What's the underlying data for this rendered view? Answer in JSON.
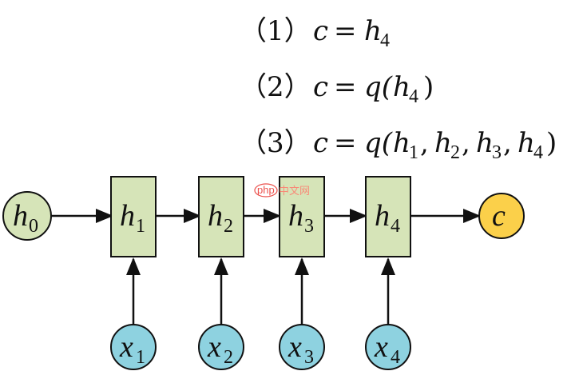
{
  "equations": [
    {
      "num": "（1）",
      "lhs": "c",
      "op": "=",
      "rhs": [
        {
          "t": "h",
          "s": "4"
        }
      ],
      "pre": "",
      "post": ""
    },
    {
      "num": "（2）",
      "lhs": "c",
      "op": "=",
      "rhs": [
        {
          "t": "h",
          "s": "4"
        }
      ],
      "pre": "q(",
      "post": ")"
    },
    {
      "num": "（3）",
      "lhs": "c",
      "op": "=",
      "rhs": [
        {
          "t": "h",
          "s": "1"
        },
        {
          "t": "h",
          "s": "2"
        },
        {
          "t": "h",
          "s": "3"
        },
        {
          "t": "h",
          "s": "4"
        }
      ],
      "pre": "q(",
      "post": ")"
    }
  ],
  "nodes": {
    "h0": {
      "base": "h",
      "sub": "0"
    },
    "hidden": [
      {
        "base": "h",
        "sub": "1"
      },
      {
        "base": "h",
        "sub": "2"
      },
      {
        "base": "h",
        "sub": "3"
      },
      {
        "base": "h",
        "sub": "4"
      }
    ],
    "inputs": [
      {
        "base": "x",
        "sub": "1"
      },
      {
        "base": "x",
        "sub": "2"
      },
      {
        "base": "x",
        "sub": "3"
      },
      {
        "base": "x",
        "sub": "4"
      }
    ],
    "output": {
      "base": "c"
    }
  },
  "watermark": {
    "prefix": "php",
    "text": "中文网"
  },
  "colors": {
    "h0_fill": "#d6e4b8",
    "box_fill": "#d6e4b8",
    "input_fill": "#8ed2e0",
    "output_fill": "#fbd04a",
    "stroke": "#111111",
    "watermark_php": "#e8322d",
    "watermark_text": "#ff7b6e"
  }
}
